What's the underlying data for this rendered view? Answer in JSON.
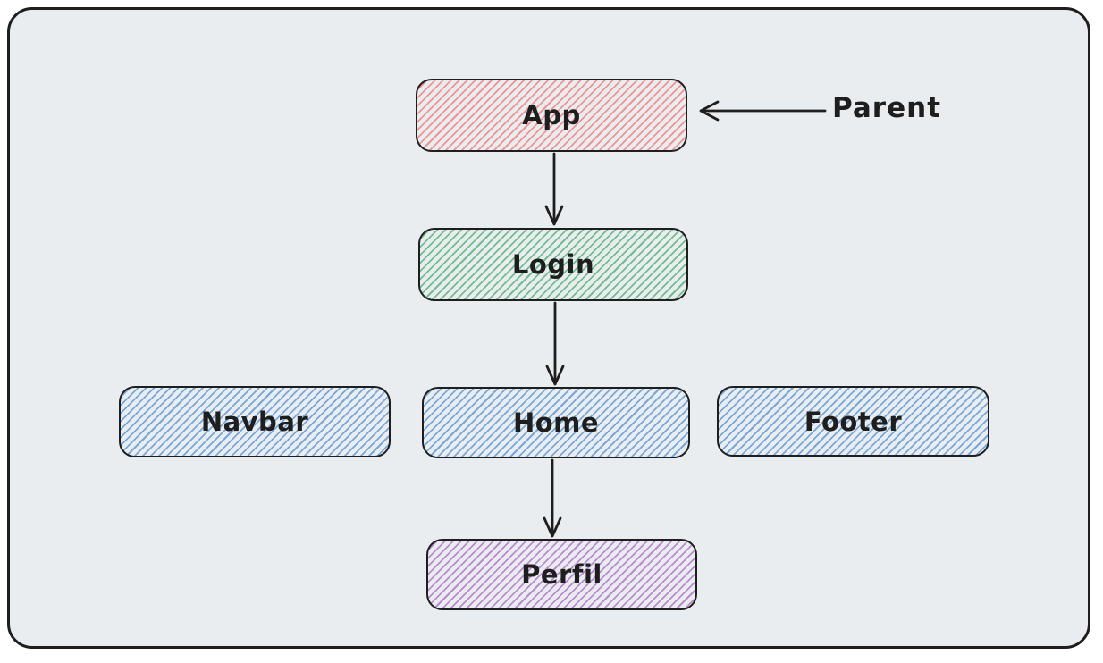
{
  "diagram": {
    "background_color": "#e9edf0",
    "frame_border_color": "#1e1e1e",
    "text_color": "#1e1e1e",
    "nodes": [
      {
        "id": "app",
        "label": "App",
        "hatch_color": "#f09393"
      },
      {
        "id": "login",
        "label": "Login",
        "hatch_color": "#72bd8d"
      },
      {
        "id": "navbar",
        "label": "Navbar",
        "hatch_color": "#78a8da"
      },
      {
        "id": "home",
        "label": "Home",
        "hatch_color": "#78a8da"
      },
      {
        "id": "footer",
        "label": "Footer",
        "hatch_color": "#78a8da"
      },
      {
        "id": "perfil",
        "label": "Perfil",
        "hatch_color": "#bd8ad2"
      }
    ],
    "edges": [
      {
        "from": "App",
        "to": "Login"
      },
      {
        "from": "Login",
        "to": "Home"
      },
      {
        "from": "Home",
        "to": "Perfil"
      }
    ],
    "annotation": {
      "label": "Parent",
      "points_to": "App"
    }
  }
}
